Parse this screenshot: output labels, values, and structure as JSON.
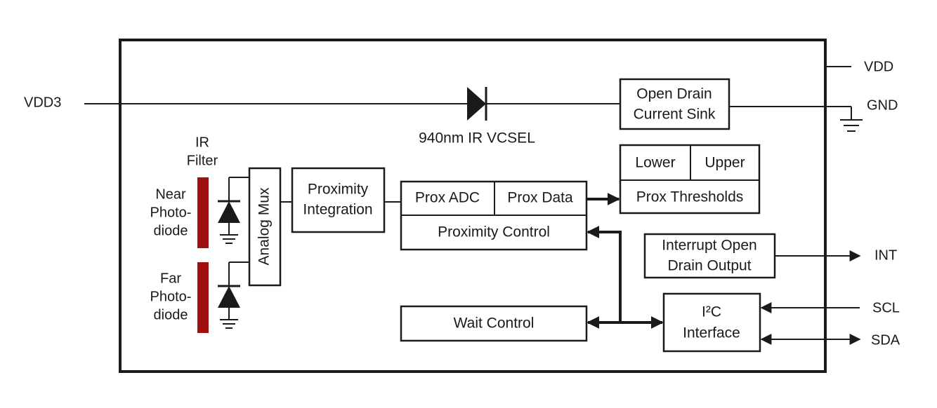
{
  "pins": {
    "vdd": "VDD",
    "gnd": "GND",
    "vdd3": "VDD3",
    "int": "INT",
    "scl": "SCL",
    "sda": "SDA"
  },
  "labels": {
    "vcsel": "940nm IR VCSEL",
    "ir_filter_line1": "IR",
    "ir_filter_line2": "Filter",
    "near_line1": "Near",
    "near_line2": "Photo-",
    "near_line3": "diode",
    "far_line1": "Far",
    "far_line2": "Photo-",
    "far_line3": "diode"
  },
  "blocks": {
    "open_drain_line1": "Open Drain",
    "open_drain_line2": "Current Sink",
    "analog_mux": "Analog Mux",
    "prox_integration_line1": "Proximity",
    "prox_integration_line2": "Integration",
    "prox_adc": "Prox ADC",
    "prox_data": "Prox Data",
    "proximity_control": "Proximity Control",
    "lower": "Lower",
    "upper": "Upper",
    "prox_thresholds": "Prox Thresholds",
    "interrupt_line1": "Interrupt Open",
    "interrupt_line2": "Drain Output",
    "i2c_line1": "I²C",
    "i2c_line2": "Interface",
    "wait_control": "Wait Control"
  },
  "colors": {
    "line": "#1a1a1a",
    "filter": "#a01010"
  }
}
